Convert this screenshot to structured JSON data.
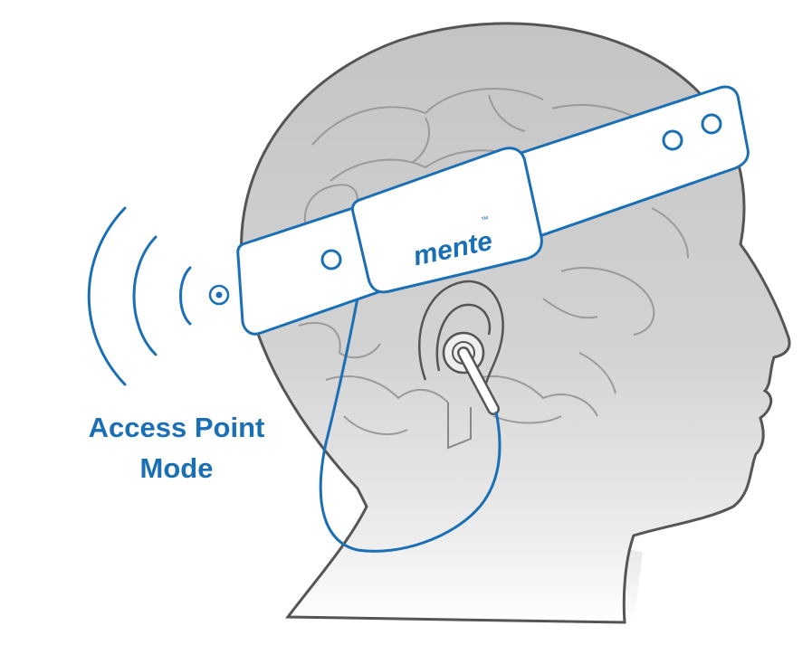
{
  "caption": {
    "line1": "Access Point",
    "line2": "Mode"
  },
  "device": {
    "brand": "mente",
    "trademark": "™"
  },
  "icons": [
    "wifi-signal-icon",
    "access-point-icon"
  ],
  "colors": {
    "accent": "#1a6fb5",
    "head_outline": "#555555",
    "head_fill": "#cfcfcf",
    "head_fill_light": "#f6f6f6",
    "band_fill": "#ffffff"
  }
}
